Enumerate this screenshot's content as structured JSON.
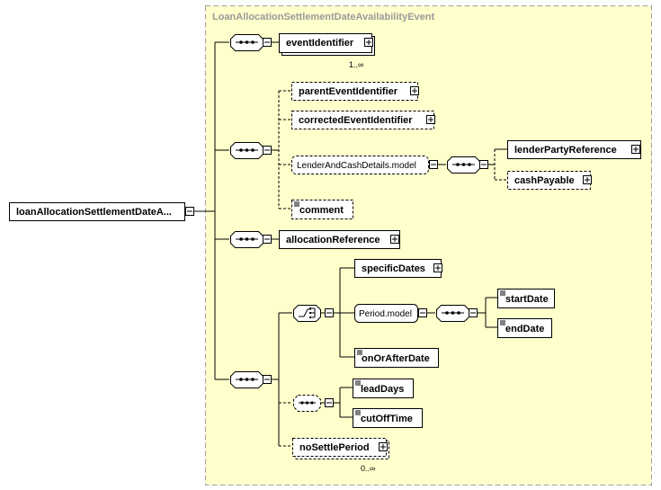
{
  "complex_type": "LoanAllocationSettlementDateAvailabilityEvent",
  "root_element": "loanAllocationSettlementDateA...",
  "elements": {
    "eventIdentifier": "eventIdentifier",
    "eventIdentifier_card": "1..∞",
    "parentEventIdentifier": "parentEventIdentifier",
    "correctedEventIdentifier": "correctedEventIdentifier",
    "lenderAndCashDetailsModel": "LenderAndCashDetails.model",
    "lenderPartyReference": "lenderPartyReference",
    "cashPayable": "cashPayable",
    "comment": "comment",
    "allocationReference": "allocationReference",
    "specificDates": "specificDates",
    "periodModel": "Period.model",
    "startDate": "startDate",
    "endDate": "endDate",
    "onOrAfterDate": "onOrAfterDate",
    "leadDays": "leadDays",
    "cutOffTime": "cutOffTime",
    "noSettlePeriod": "noSettlePeriod",
    "noSettlePeriod_card": "0..∞"
  },
  "colors": {
    "group_fill": "#ffffcc",
    "group_border": "#a0a0a0",
    "line": "#000000"
  }
}
